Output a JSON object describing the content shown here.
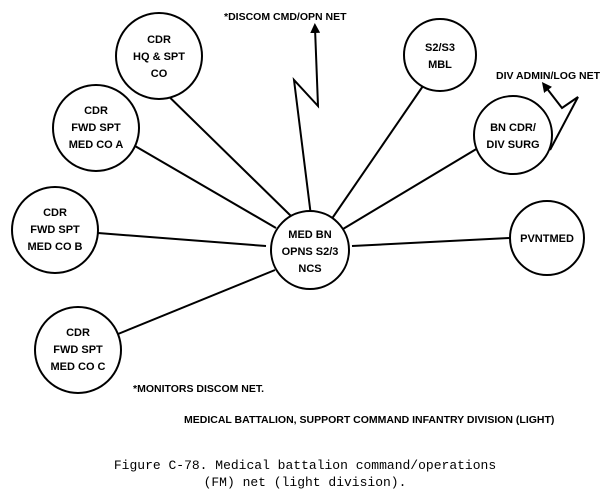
{
  "diagram": {
    "center": {
      "id": "ncs",
      "lines": [
        "MED BN",
        "OPNS S2/3",
        "NCS"
      ]
    },
    "stations": [
      {
        "id": "cdr-hq-spt-co",
        "lines": [
          "CDR",
          "HQ & SPT",
          "CO"
        ]
      },
      {
        "id": "cdr-fwd-spt-a",
        "lines": [
          "CDR",
          "FWD SPT",
          "MED CO A"
        ]
      },
      {
        "id": "cdr-fwd-spt-b",
        "lines": [
          "CDR",
          "FWD SPT",
          "MED CO B"
        ]
      },
      {
        "id": "cdr-fwd-spt-c",
        "lines": [
          "CDR",
          "FWD SPT",
          "MED CO C"
        ]
      },
      {
        "id": "s2-s3-mbl",
        "lines": [
          "S2/S3",
          "MBL"
        ]
      },
      {
        "id": "bn-cdr-div-surg",
        "lines": [
          "BN CDR/",
          "DIV SURG"
        ]
      },
      {
        "id": "pvntmed",
        "lines": [
          "PVNTMED"
        ]
      }
    ],
    "external_nets": {
      "discom": "*DISCOM CMD/OPN NET",
      "div_admin_log": "DIV ADMIN/LOG NET"
    },
    "footnote": "*MONITORS DISCOM NET.",
    "unit_title": "MEDICAL BATTALION, SUPPORT COMMAND INFANTRY DIVISION (LIGHT)"
  },
  "caption": {
    "line1": "Figure C-78. Medical battalion command/operations",
    "line2": "(FM) net (light division)."
  }
}
